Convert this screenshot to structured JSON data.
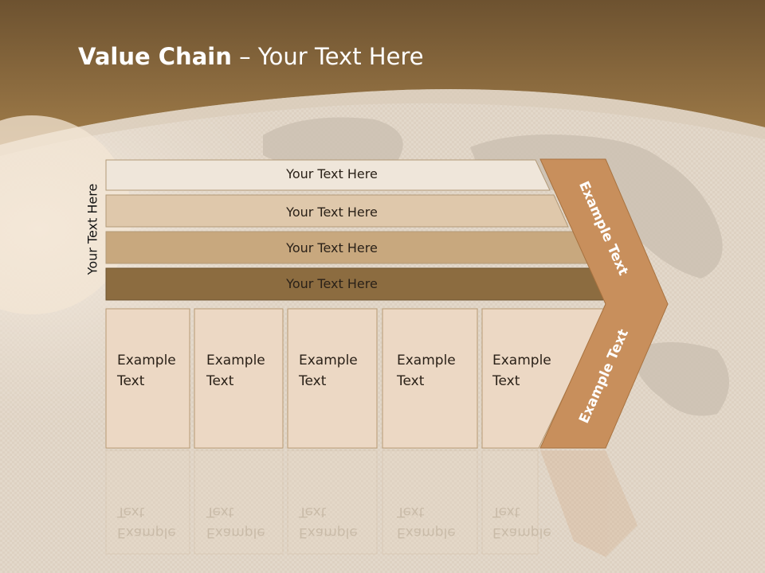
{
  "title": {
    "bold": "Value Chain",
    "rest": " – Your Text Here"
  },
  "side_label": "Your Text Here",
  "bands": [
    {
      "label": "Your Text Here",
      "color": "#efe6da"
    },
    {
      "label": "Your Text Here",
      "color": "#dfc8ab"
    },
    {
      "label": "Your Text Here",
      "color": "#c8a87e"
    },
    {
      "label": "Your Text Here",
      "color": "#8c6c40"
    }
  ],
  "boxes": [
    {
      "line1": "Example",
      "line2": "Text"
    },
    {
      "line1": "Example",
      "line2": "Text"
    },
    {
      "line1": "Example",
      "line2": "Text"
    },
    {
      "line1": "Example",
      "line2": "Text"
    },
    {
      "line1": "Example",
      "line2": "Text"
    }
  ],
  "chevron": {
    "upper": "Example Text",
    "lower": "Example Text",
    "color": "#c88f5c"
  },
  "colors": {
    "header": "#8a6a3c",
    "box_fill": "#ecd8c4",
    "box_border": "#b89a74"
  }
}
